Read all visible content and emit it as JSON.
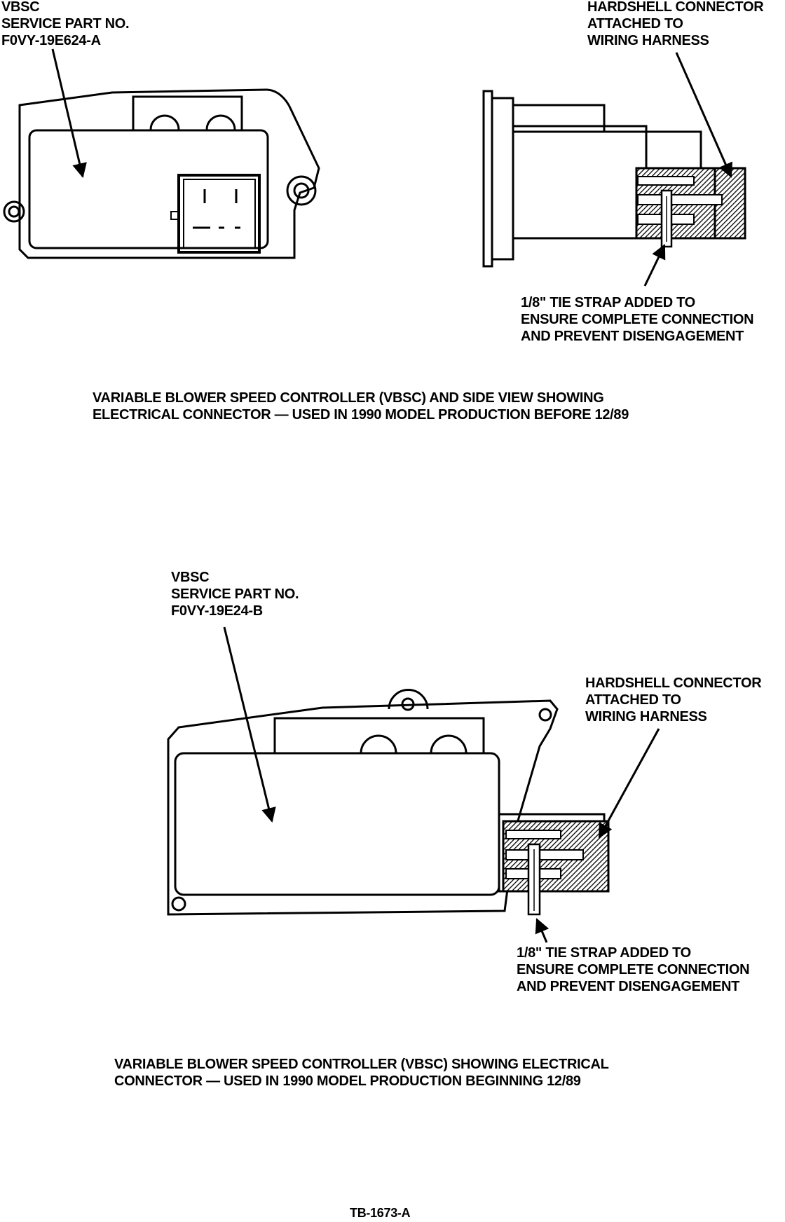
{
  "top": {
    "part_label": [
      "VBSC",
      "SERVICE PART NO.",
      "F0VY-19E624-A"
    ],
    "connector_label": [
      "HARDSHELL CONNECTOR",
      "ATTACHED TO",
      "WIRING HARNESS"
    ],
    "tie_strap_label": [
      "1/8\" TIE STRAP ADDED TO",
      "ENSURE COMPLETE CONNECTION",
      "AND PREVENT DISENGAGEMENT"
    ],
    "caption": [
      "VARIABLE BLOWER SPEED CONTROLLER (VBSC) AND SIDE VIEW SHOWING",
      "ELECTRICAL CONNECTOR — USED IN 1990 MODEL PRODUCTION BEFORE 12/89"
    ]
  },
  "bottom": {
    "part_label": [
      "VBSC",
      "SERVICE PART NO.",
      "F0VY-19E24-B"
    ],
    "connector_label": [
      "HARDSHELL CONNECTOR",
      "ATTACHED TO",
      "WIRING HARNESS"
    ],
    "tie_strap_label": [
      "1/8\" TIE STRAP ADDED TO",
      "ENSURE COMPLETE CONNECTION",
      "AND PREVENT DISENGAGEMENT"
    ],
    "caption": [
      "VARIABLE BLOWER SPEED CONTROLLER (VBSC) SHOWING ELECTRICAL",
      "CONNECTOR — USED IN 1990 MODEL PRODUCTION BEGINNING 12/89"
    ]
  },
  "figure_number": "TB-1673-A"
}
